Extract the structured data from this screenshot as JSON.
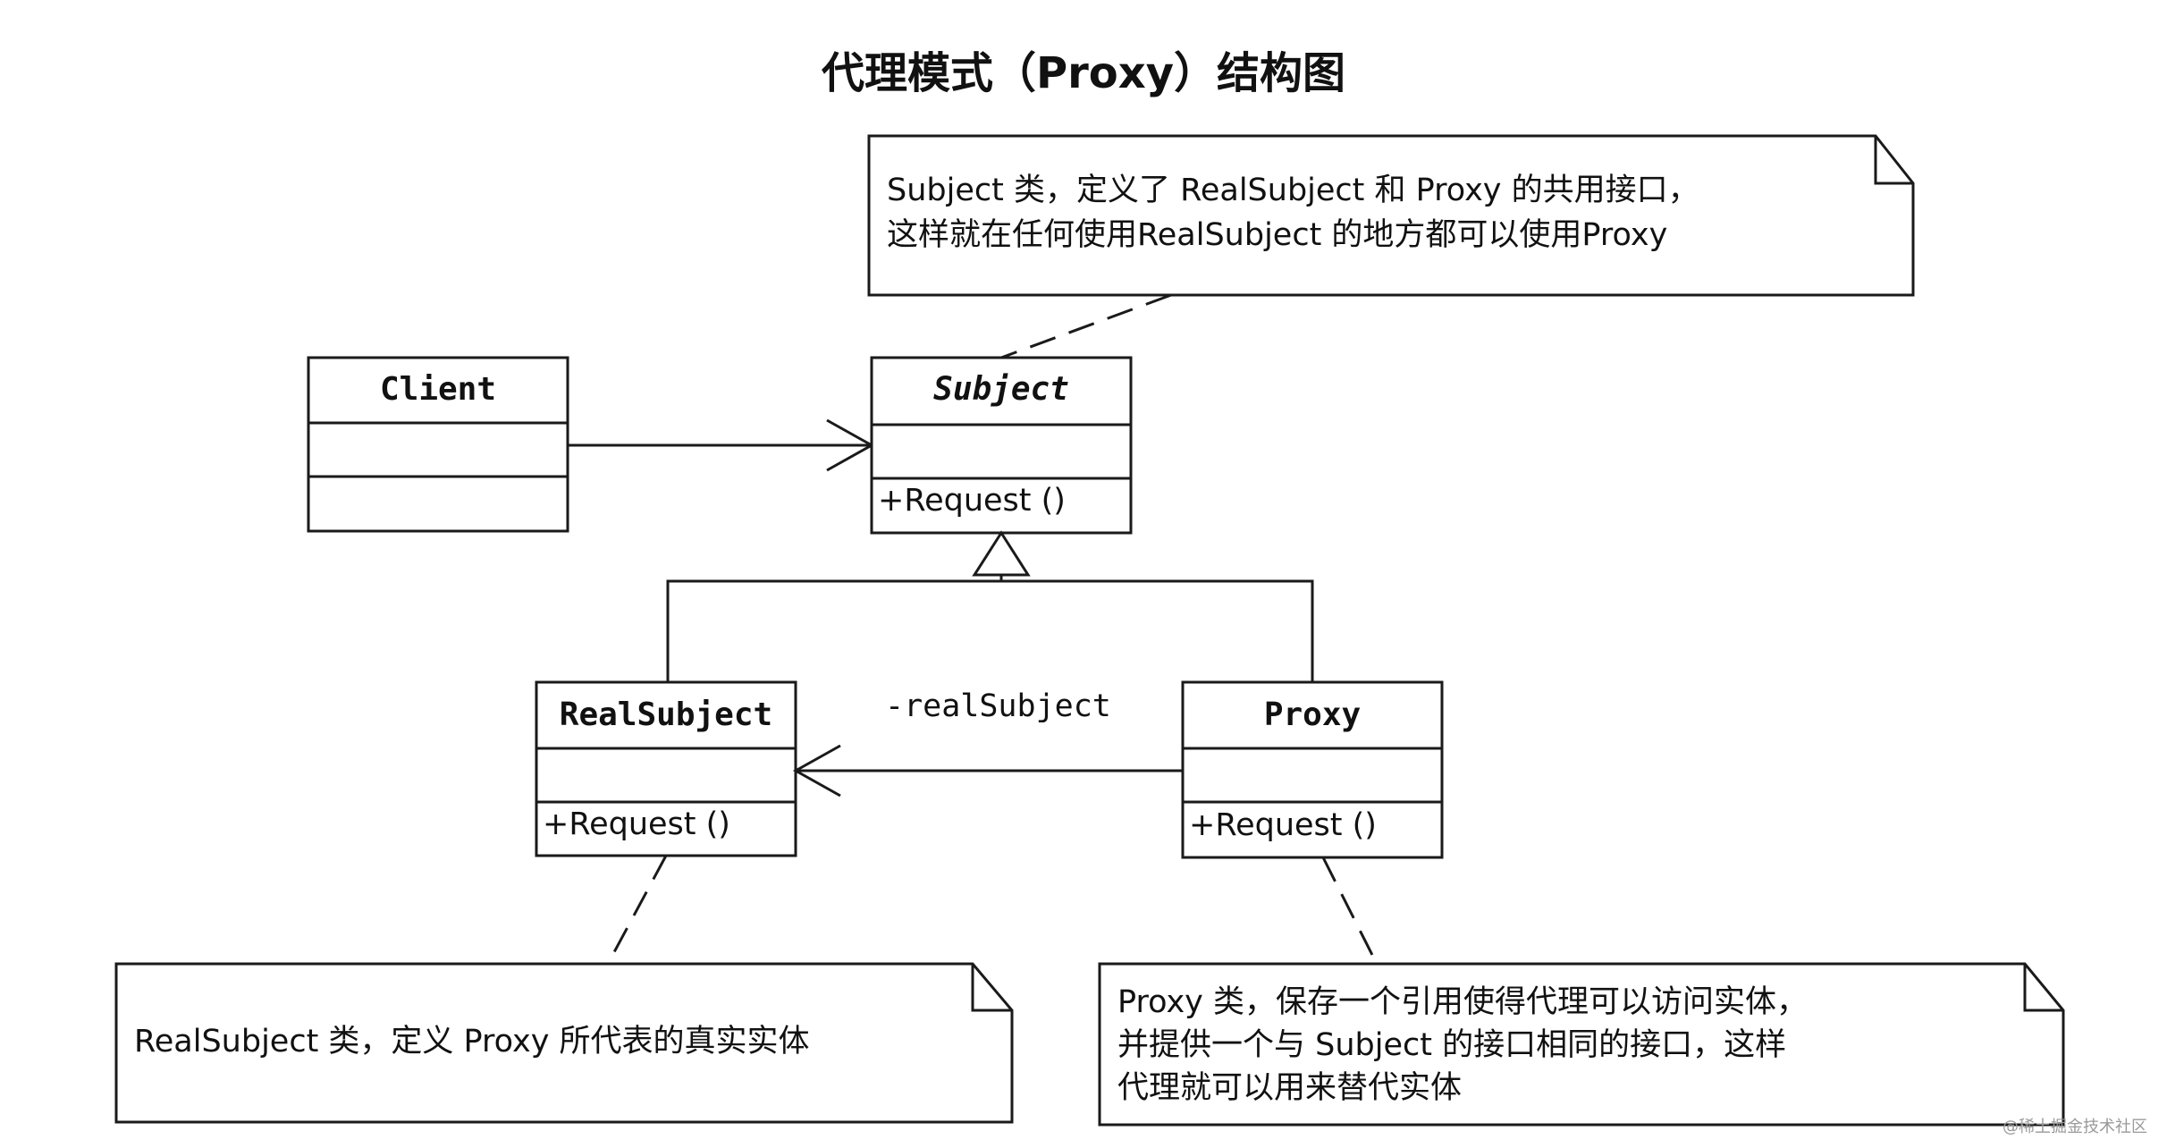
{
  "title": "代理模式（Proxy）结构图",
  "classes": {
    "client": {
      "name": "Client"
    },
    "subject": {
      "name": "Subject",
      "operation": "+Request ()"
    },
    "realsubject": {
      "name": "RealSubject",
      "operation": "+Request ()"
    },
    "proxy": {
      "name": "Proxy",
      "operation": "+Request ()"
    }
  },
  "association": {
    "label": "-realSubject"
  },
  "notes": {
    "subject": {
      "line1": "Subject 类，定义了 RealSubject 和 Proxy 的共用接口，",
      "line2": "这样就在任何使用RealSubject 的地方都可以使用Proxy"
    },
    "realsubject": {
      "line1": "RealSubject 类，定义 Proxy 所代表的真实实体"
    },
    "proxy": {
      "line1": "Proxy 类，保存一个引用使得代理可以访问实体，",
      "line2": "并提供一个与 Subject 的接口相同的接口，这样",
      "line3": "代理就可以用来替代实体"
    }
  },
  "watermark": "@稀土掘金技术社区"
}
